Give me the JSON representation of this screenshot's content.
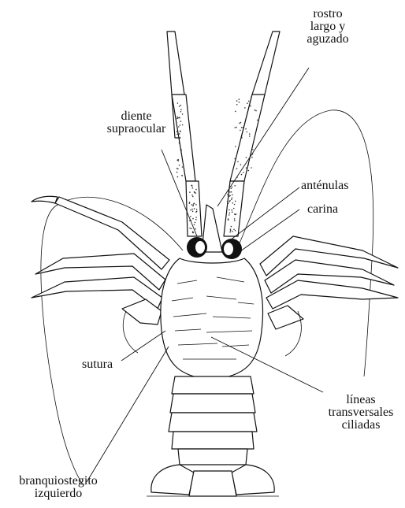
{
  "labels": {
    "rostro": [
      "rostro",
      "largo y",
      "aguzado"
    ],
    "diente": [
      "diente",
      "supraocular"
    ],
    "antenulas": "anténulas",
    "carina": "carina",
    "sutura": "sutura",
    "lineas": [
      "líneas",
      "transversales",
      "ciliadas"
    ],
    "branquiostegito": [
      "branquiostegito",
      "izquierdo"
    ]
  },
  "colors": {
    "ink": "#111111",
    "paper": "#ffffff"
  }
}
